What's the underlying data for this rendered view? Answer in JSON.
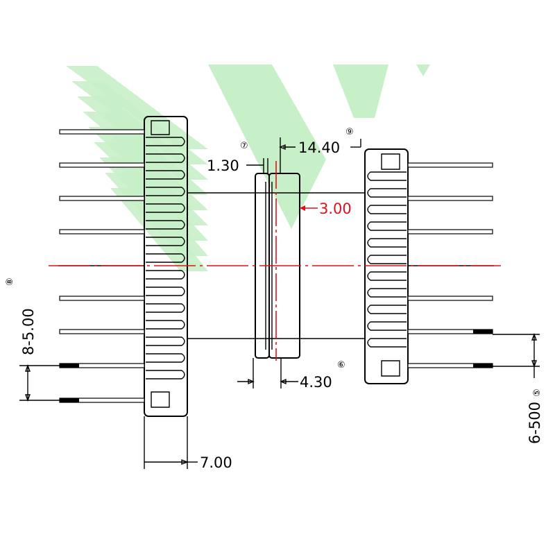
{
  "watermark_color": "#c8f0c8",
  "accent_color": "#e0101a",
  "dimensions": {
    "top_gap": "14.40",
    "top_gap_marker": "⑨",
    "rib_thickness": "1.30",
    "rib_marker": "⑦",
    "center_offset": "3.00",
    "slot_width": "4.30",
    "slot_marker": "⑥",
    "left_body_width": "7.00",
    "left_pin_pitch": "8-5.00",
    "left_pitch_marker": "⑧",
    "right_pin_pitch": "6-500",
    "right_pitch_marker": "⑤"
  }
}
